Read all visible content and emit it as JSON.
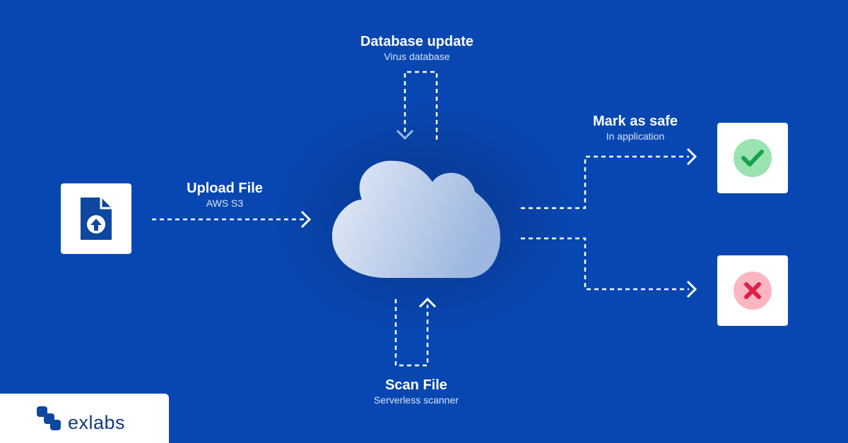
{
  "nodes": {
    "database": {
      "title": "Database update",
      "subtitle": "Virus database"
    },
    "upload": {
      "title": "Upload File",
      "subtitle": "AWS S3"
    },
    "safe": {
      "title": "Mark as safe",
      "subtitle": "In application"
    },
    "scan": {
      "title": "Scan File",
      "subtitle": "Serverless scanner"
    }
  },
  "icons": {
    "file": "file-upload-icon",
    "cloud": "cloud-icon",
    "safe": "check-icon",
    "unsafe": "cross-icon",
    "logo": "exlabs-logo-icon"
  },
  "brand": {
    "name": "exlabs"
  },
  "colors": {
    "background": "#0847b1",
    "accent": "#0d47a1",
    "safe_bg": "#9be3b0",
    "safe_mark": "#16a34a",
    "unsafe_bg": "#fbb6c2",
    "unsafe_mark": "#e11d48"
  }
}
